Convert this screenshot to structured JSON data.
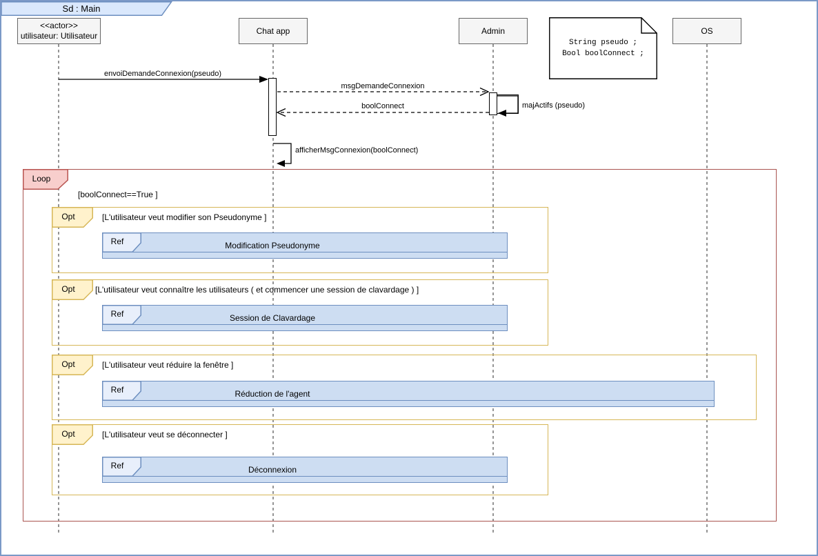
{
  "title": "Sd :  Main",
  "lifelines": [
    {
      "stereotype": "<<actor>>",
      "label": "utilisateur: Utilisateur"
    },
    {
      "label": "Chat app"
    },
    {
      "label": "Admin"
    },
    {
      "label": "OS"
    }
  ],
  "note": {
    "line1": "String pseudo ;",
    "line2": "Bool boolConnect ;"
  },
  "messages": [
    {
      "label": "envoiDemandeConnexion(pseudo)",
      "type": "sync"
    },
    {
      "label": "msgDemandeConnexion",
      "type": "async-dashed"
    },
    {
      "label": "majActifs (pseudo)",
      "type": "self"
    },
    {
      "label": "boolConnect",
      "type": "return-dashed"
    },
    {
      "label": "afficherMsgConnexion(boolConnect)",
      "type": "self"
    }
  ],
  "loop": {
    "label": "Loop",
    "condition": "[boolConnect==True ]"
  },
  "opts": [
    {
      "label": "Opt",
      "condition": "[L'utilisateur veut modifier son Pseudonyme ]",
      "ref_label": "Ref",
      "ref_text": "Modification Pseudonyme"
    },
    {
      "label": "Opt",
      "condition": "[L'utilisateur veut connaître les utilisateurs ( et commencer une session de clavardage ) ]",
      "ref_label": "Ref",
      "ref_text": "Session de Clavardage"
    },
    {
      "label": "Opt",
      "condition": "[L'utilisateur veut réduire la fenêtre ]",
      "ref_label": "Ref",
      "ref_text": "Réduction de l'agent"
    },
    {
      "label": "Opt",
      "condition": "[L'utilisateur veut se déconnecter ]",
      "ref_label": "Ref",
      "ref_text": "Déconnexion"
    }
  ],
  "colors": {
    "blue_border": "#6c8ebf",
    "blue_fill": "#dae8fc",
    "ref_body_fill": "#cdddf2",
    "ref_pent_fill": "#e8effb",
    "yellow_border": "#d6b656",
    "yellow_fill": "#fff2cc",
    "red_border": "#b85450",
    "red_fill": "#f8cecc",
    "head_fill": "#f5f5f5",
    "head_border": "#666666"
  }
}
